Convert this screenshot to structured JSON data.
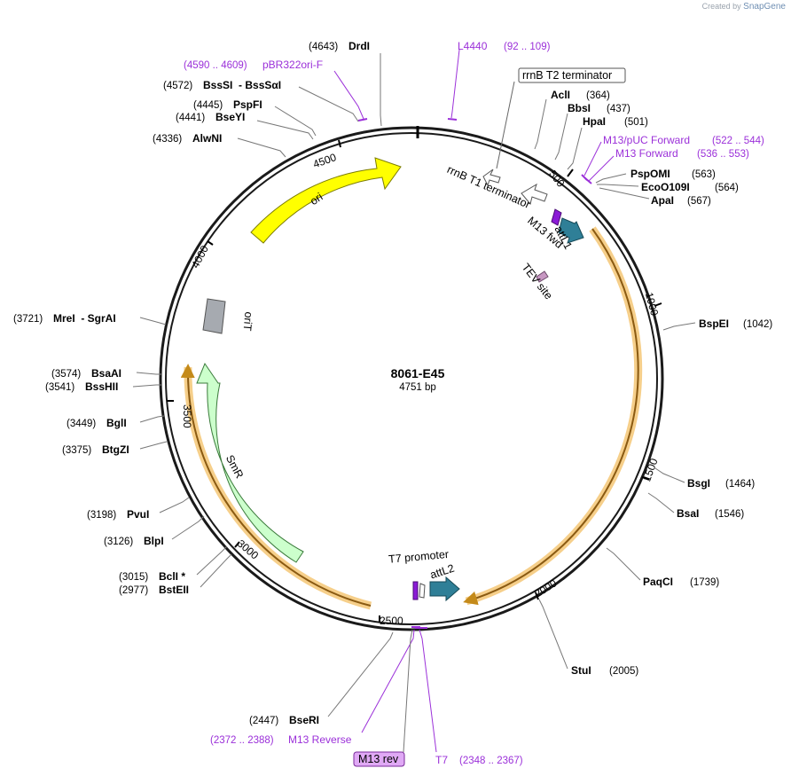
{
  "credit": {
    "prefix": "Created by",
    "brand": "SnapGene"
  },
  "plasmid": {
    "name": "8061-E45",
    "length_label": "4751 bp",
    "length": 4751
  },
  "position_ticks": [
    "500",
    "1000",
    "1500",
    "2000",
    "2500",
    "3000",
    "3500",
    "4000",
    "4500"
  ],
  "features": {
    "ori": "ori",
    "oriT": "oriT",
    "SmR": "SmR",
    "rrnB_T1": "rrnB T1 terminator",
    "rrnB_T2": "rrnB T2 terminator",
    "M13_fwd": "M13 fwd",
    "attL1": "attL1",
    "TEV": "TEV site",
    "T7_promoter": "T7 promoter",
    "attL2": "attL2"
  },
  "sites": {
    "DrdI": {
      "name": "DrdI",
      "num": "(4643)"
    },
    "BssSI": {
      "name": "BssSI  - BssSαI",
      "num": "(4572)"
    },
    "PspFI": {
      "name": "PspFI",
      "num": "(4445)"
    },
    "BseYI": {
      "name": "BseYI",
      "num": "(4441)"
    },
    "AlwNI": {
      "name": "AlwNI",
      "num": "(4336)"
    },
    "MreI": {
      "name": "MreI  - SgrAI",
      "num": "(3721)"
    },
    "BsaAI": {
      "name": "BsaAI",
      "num": "(3574)"
    },
    "BssHII": {
      "name": "BssHII",
      "num": "(3541)"
    },
    "BglI": {
      "name": "BglI",
      "num": "(3449)"
    },
    "BtgZI": {
      "name": "BtgZI",
      "num": "(3375)"
    },
    "PvuI": {
      "name": "PvuI",
      "num": "(3198)"
    },
    "BlpI": {
      "name": "BlpI",
      "num": "(3126)"
    },
    "BclI": {
      "name": "BclI *",
      "num": "(3015)"
    },
    "BstEII": {
      "name": "BstEII",
      "num": "(2977)"
    },
    "BseRI": {
      "name": "BseRI",
      "num": "(2447)"
    },
    "AclI": {
      "name": "AclI",
      "num": "(364)"
    },
    "BbsI": {
      "name": "BbsI",
      "num": "(437)"
    },
    "HpaI": {
      "name": "HpaI",
      "num": "(501)"
    },
    "PspOMI": {
      "name": "PspOMI",
      "num": "(563)"
    },
    "EcoO109I": {
      "name": "EcoO109I",
      "num": "(564)"
    },
    "ApaI": {
      "name": "ApaI",
      "num": "(567)"
    },
    "BspEI": {
      "name": "BspEI",
      "num": "(1042)"
    },
    "BsgI": {
      "name": "BsgI",
      "num": "(1464)"
    },
    "BsaI": {
      "name": "BsaI",
      "num": "(1546)"
    },
    "PaqCI": {
      "name": "PaqCI",
      "num": "(1739)"
    },
    "StuI": {
      "name": "StuI",
      "num": "(2005)"
    }
  },
  "primers": {
    "pBR322ori": {
      "name": "pBR322ori-F",
      "range": "(4590 .. 4609)"
    },
    "L4440": {
      "name": "L4440",
      "range": "(92 .. 109)"
    },
    "M13pUC": {
      "name": "M13/pUC Forward",
      "range": "(522 .. 544)"
    },
    "M13F": {
      "name": "M13 Forward",
      "range": "(536 .. 553)"
    },
    "M13Rev": {
      "name": "M13 Reverse",
      "range": "(2372 .. 2388)"
    },
    "M13rev_box": {
      "name": "M13 rev"
    },
    "T7": {
      "name": "T7",
      "range": "(2348 .. 2367)"
    }
  },
  "colors": {
    "backbone": "#1a1a1a",
    "ori": "#ffff00",
    "SmR": "#ccffcc",
    "oriT": "#a6aab0",
    "att": "#2f7f97",
    "orf_highlight": "#f6cf8a",
    "orf_line": "#c48a1a",
    "primer": "#9b30d9",
    "TEV": "#c797c2",
    "label_line": "#666666"
  }
}
